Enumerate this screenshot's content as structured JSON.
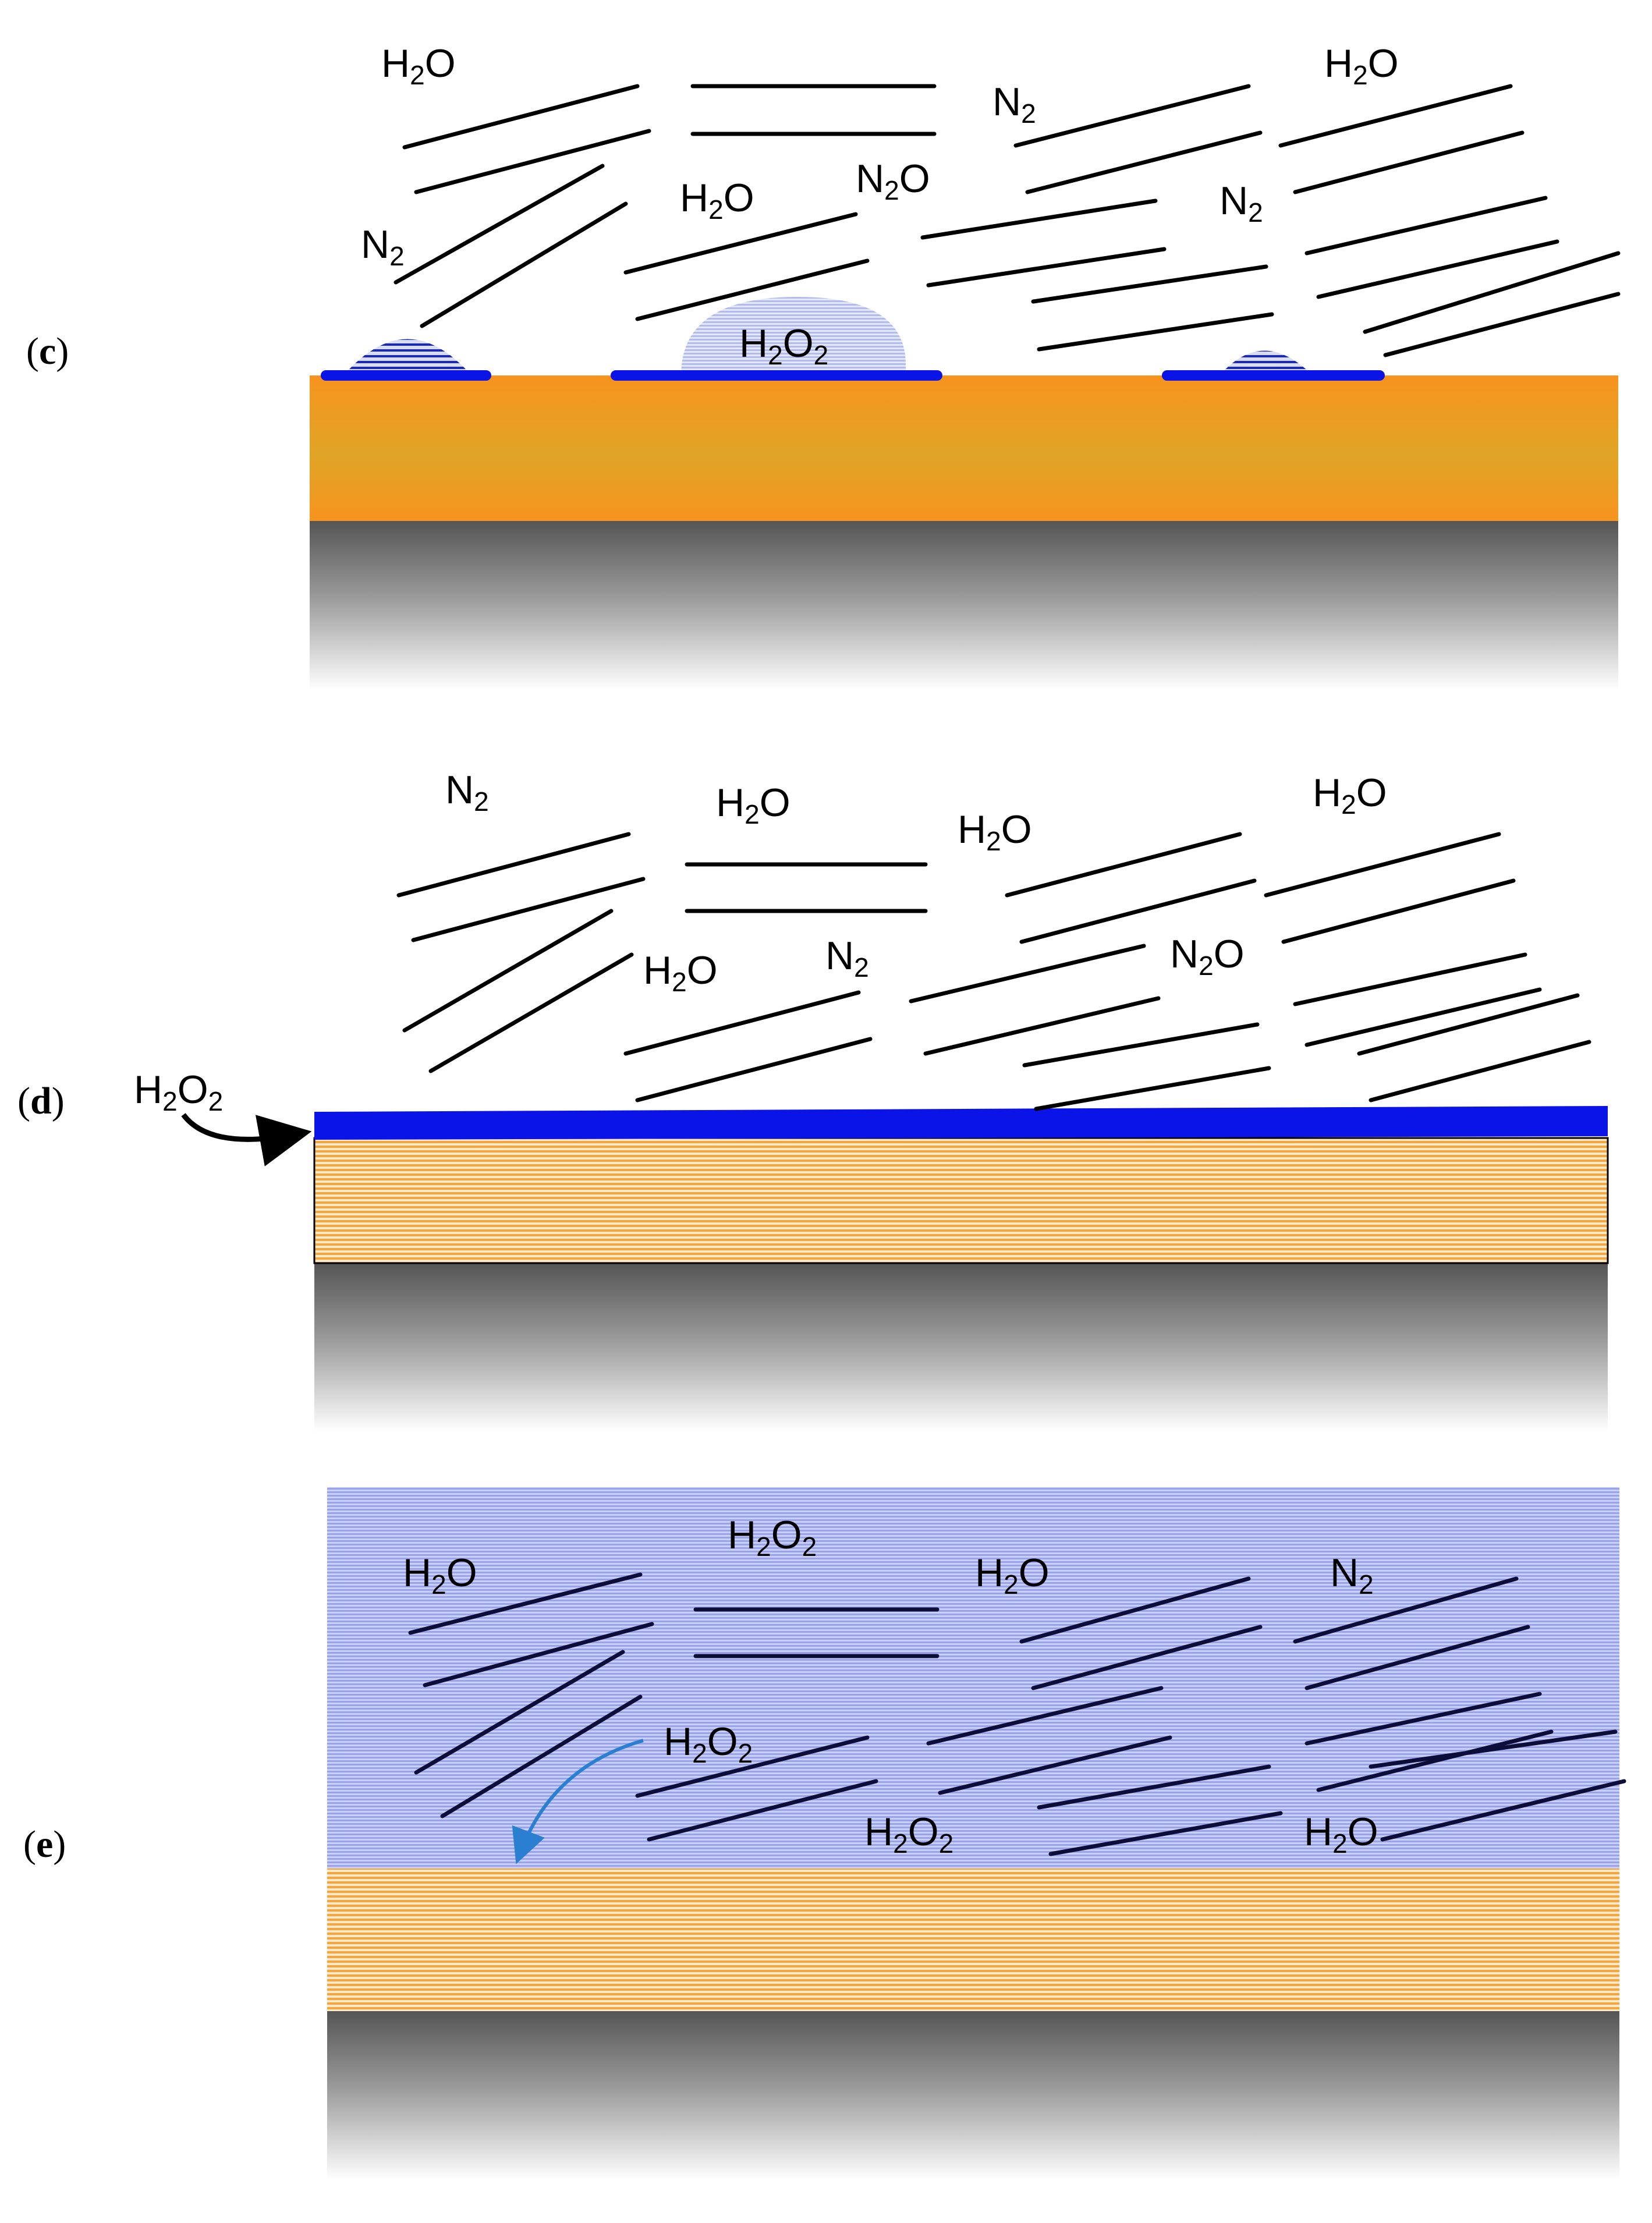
{
  "colors": {
    "film": "#f7931e",
    "film_mid": "#e0a526",
    "blue_layer": "#0a14e6",
    "droplet_dark": "#1a2aa8",
    "droplet_light": "#aeb6ea",
    "bath": "#b4bdf2",
    "arrow_blue": "#2a7fd1"
  },
  "panels": [
    {
      "id": "c",
      "label": "c",
      "molecules": [
        {
          "species": "H2O"
        },
        {
          "species": "N2"
        },
        {
          "species": "H2O"
        },
        {
          "species": "N2"
        },
        {
          "species": "H2O"
        },
        {
          "species": "N2O"
        },
        {
          "species": "N2"
        },
        {
          "species": "H2O2"
        }
      ]
    },
    {
      "id": "d",
      "label": "d",
      "molecules": [
        {
          "species": "N2"
        },
        {
          "species": "H2O"
        },
        {
          "species": "H2O"
        },
        {
          "species": "H2O"
        },
        {
          "species": "H2O"
        },
        {
          "species": "N2"
        },
        {
          "species": "N2O"
        },
        {
          "species": "H2O2"
        }
      ]
    },
    {
      "id": "e",
      "label": "e",
      "molecules": [
        {
          "species": "H2O2"
        },
        {
          "species": "H2O"
        },
        {
          "species": "H2O"
        },
        {
          "species": "N2"
        },
        {
          "species": "H2O2"
        },
        {
          "species": "H2O2"
        },
        {
          "species": "H2O"
        }
      ]
    }
  ],
  "icons": {
    "injection_arrow": "curved-arrow-icon",
    "diffusion_arrow": "curved-arrow-icon"
  }
}
